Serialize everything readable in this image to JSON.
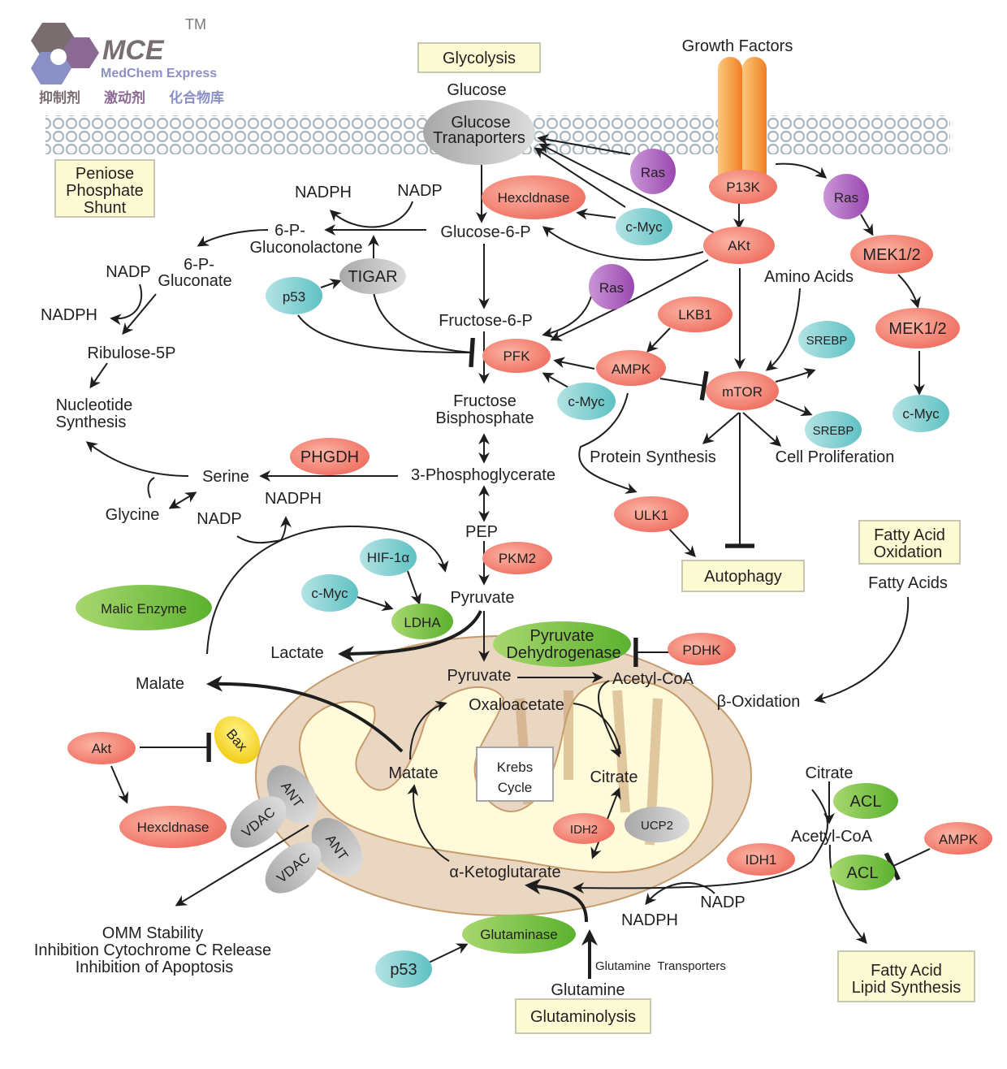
{
  "logo": {
    "brand": "MCE",
    "trademark": "TM",
    "company": "MedChem Express",
    "tagline": [
      "抑制剂",
      "激动剂",
      "化合物库"
    ]
  },
  "colors": {
    "red_node": "#f0786a",
    "teal_node": "#7ccfd0",
    "purple_node": "#a55cba",
    "gray_node": "#bdbdbd",
    "green_node": "#7cc142",
    "yellow_node": "#f4d21c",
    "section_box": "#fdfbd3",
    "mito_outer": "#ead7c1",
    "mito_inner": "#fffad9",
    "receptor": "#f39a3a",
    "membrane": "#a8b6bd"
  },
  "sections": {
    "glycolysis": "Glycolysis",
    "pentose": [
      "Peniose",
      "Phosphate",
      "Shunt"
    ],
    "autophagy": "Autophagy",
    "fatty_acid_oxidation": [
      "Fatty Acid",
      "Oxidation"
    ],
    "fatty_acid_synthesis": [
      "Fatty Acid",
      "Lipid Synthesis"
    ],
    "glutaminolysis": "Glutaminolysis",
    "krebs": [
      "Krebs",
      "Cycle"
    ]
  },
  "metabolites": {
    "glucose": "Glucose",
    "growth_factors": "Growth Factors",
    "nadph_top": "NADPH",
    "nadp_top": "NADP",
    "p_gluconolactone": [
      "6-P-",
      "Gluconolactone"
    ],
    "glucose_6p": "Glucose-6-P",
    "p_gluconate": [
      "6-P-",
      "Gluconate"
    ],
    "nadp_left": "NADP",
    "nadph_left": "NADPH",
    "ribulose": "Ribulose-5P",
    "nucleotide": [
      "Nucleotide",
      "Synthesis"
    ],
    "fructose_6p": "Fructose-6-P",
    "fructose_bp": [
      "Fructose",
      "Bisphosphate"
    ],
    "amino_acids": "Amino Acids",
    "protein_synthesis": "Protein Synthesis",
    "cell_proliferation": "Cell Proliferation",
    "serine": "Serine",
    "phosphoglycerate": "3-Phosphoglycerate",
    "glycine": "Glycine",
    "nadp_mid": "NADP",
    "nadph_mid": "NADPH",
    "pep": "PEP",
    "pyruvate": "Pyruvate",
    "lactate": "Lactate",
    "malate": "Malate",
    "fatty_acids": "Fatty Acids",
    "beta_oxidation": "β-Oxidation",
    "pyruvate_mito": "Pyruvate",
    "acetyl_coa_mito": "Acetyl-CoA",
    "oxaloacetate": "Oxaloacetate",
    "matate": "Matate",
    "citrate_mito": "Citrate",
    "ketoglutarate": "α-Ketoglutarate",
    "citrate_cyto": "Citrate",
    "acetyl_coa_cyto": "Acetyl-CoA",
    "nadp_bottom": "NADP",
    "nadph_bottom": "NADPH",
    "glutamine_transporters": "Glutamine  Transporters",
    "glutamine": "Glutamine",
    "omm": [
      "OMM Stability",
      "Inhibition Cytochrome C Release",
      "Inhibition of Apoptosis"
    ]
  },
  "nodes": {
    "glucose_transporters": [
      "Glucose",
      "Tranaporters"
    ],
    "ras_1": "Ras",
    "hexokinase_1": "Hexcldnase",
    "cmyc_1": "c-Myc",
    "p13k": "P13K",
    "ras_2": "Ras",
    "akt_1": "AKt",
    "mek_1": "MEK1/2",
    "tigar": "TIGAR",
    "p53_1": "p53",
    "ras_3": "Ras",
    "lkb1": "LKB1",
    "mek_2": "MEK1/2",
    "srebp_1": "SREBP",
    "pfk": "PFK",
    "ampk_1": "AMPK",
    "mtor": "mTOR",
    "cmyc_2": "c-Myc",
    "srebp_2": "SREBP",
    "cmyc_3": "c-Myc",
    "phgdh": "PHGDH",
    "ulk1": "ULK1",
    "hif1a": "HIF-1α",
    "pkm2": "PKM2",
    "cmyc_4": "c-Myc",
    "malic_enzyme": "Malic Enzyme",
    "ldha": "LDHA",
    "pdh": [
      "Pyruvate",
      "Dehydrogenase"
    ],
    "pdhk": "PDHK",
    "akt_2": "Akt",
    "bax": "Bax",
    "hexokinase_2": "Hexcldnase",
    "ant_1": "ANT",
    "vdac_1": "VDAC",
    "ant_2": "ANT",
    "vdac_2": "VDAC",
    "idh2": "IDH2",
    "ucp2": "UCP2",
    "idh1": "IDH1",
    "acl_1": "ACL",
    "acl_2": "ACL",
    "ampk_2": "AMPK",
    "glutaminase": "Glutaminase",
    "p53_2": "p53"
  }
}
